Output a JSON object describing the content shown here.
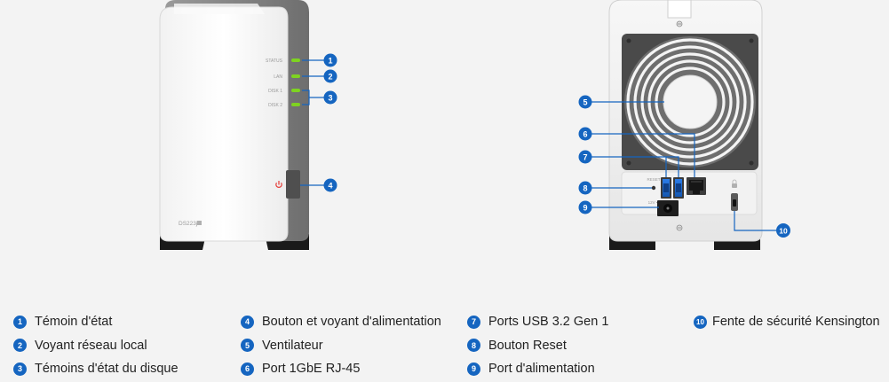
{
  "colors": {
    "accent": "#1565c0",
    "background": "#f3f3f3",
    "led": "#7ed321",
    "power": "#e53935"
  },
  "front_panel": {
    "led_labels": [
      "STATUS",
      "LAN",
      "DISK 1",
      "DISK 2"
    ],
    "model": "DS223j",
    "power_icon": "power-icon"
  },
  "callouts": [
    "1",
    "2",
    "3",
    "4",
    "5",
    "6",
    "7",
    "8",
    "9",
    "10"
  ],
  "rear_panel": {
    "port_labels": [
      "RESET",
      "12V ⎓"
    ]
  },
  "legend": {
    "columns": [
      [
        {
          "num": "1",
          "label": "Témoin d'état"
        },
        {
          "num": "2",
          "label": "Voyant réseau local"
        },
        {
          "num": "3",
          "label": "Témoins d'état du disque"
        }
      ],
      [
        {
          "num": "4",
          "label": "Bouton et voyant d'alimentation"
        },
        {
          "num": "5",
          "label": "Ventilateur"
        },
        {
          "num": "6",
          "label": "Port 1GbE RJ-45"
        }
      ],
      [
        {
          "num": "7",
          "label": "Ports USB 3.2 Gen 1"
        },
        {
          "num": "8",
          "label": "Bouton Reset"
        },
        {
          "num": "9",
          "label": "Port d'alimentation"
        }
      ],
      [
        {
          "num": "10",
          "label": "Fente de sécurité Kensington"
        }
      ]
    ]
  }
}
